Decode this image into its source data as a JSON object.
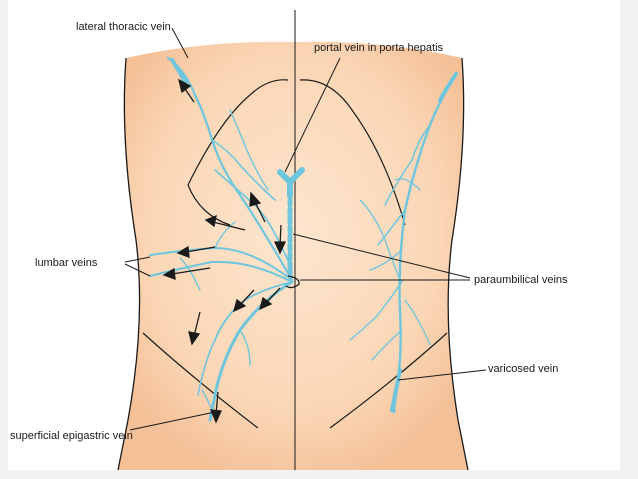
{
  "labels": {
    "lateral_thoracic_vein": "lateral thoracic vein",
    "portal_vein": "portal vein in porta hepatis",
    "lumbar_veins": "lumbar veins",
    "paraumbilical_veins": "paraumbilical veins",
    "varicosed_vein": "varicosed vein",
    "superficial_epigastric_vein": "superficial epigastric vein"
  },
  "colors": {
    "skin_center": "#fde2c8",
    "skin_edge": "#f6c9a2",
    "vein": "#6ec6dd",
    "outline": "#1a1a1a",
    "background": "#ffffff"
  }
}
